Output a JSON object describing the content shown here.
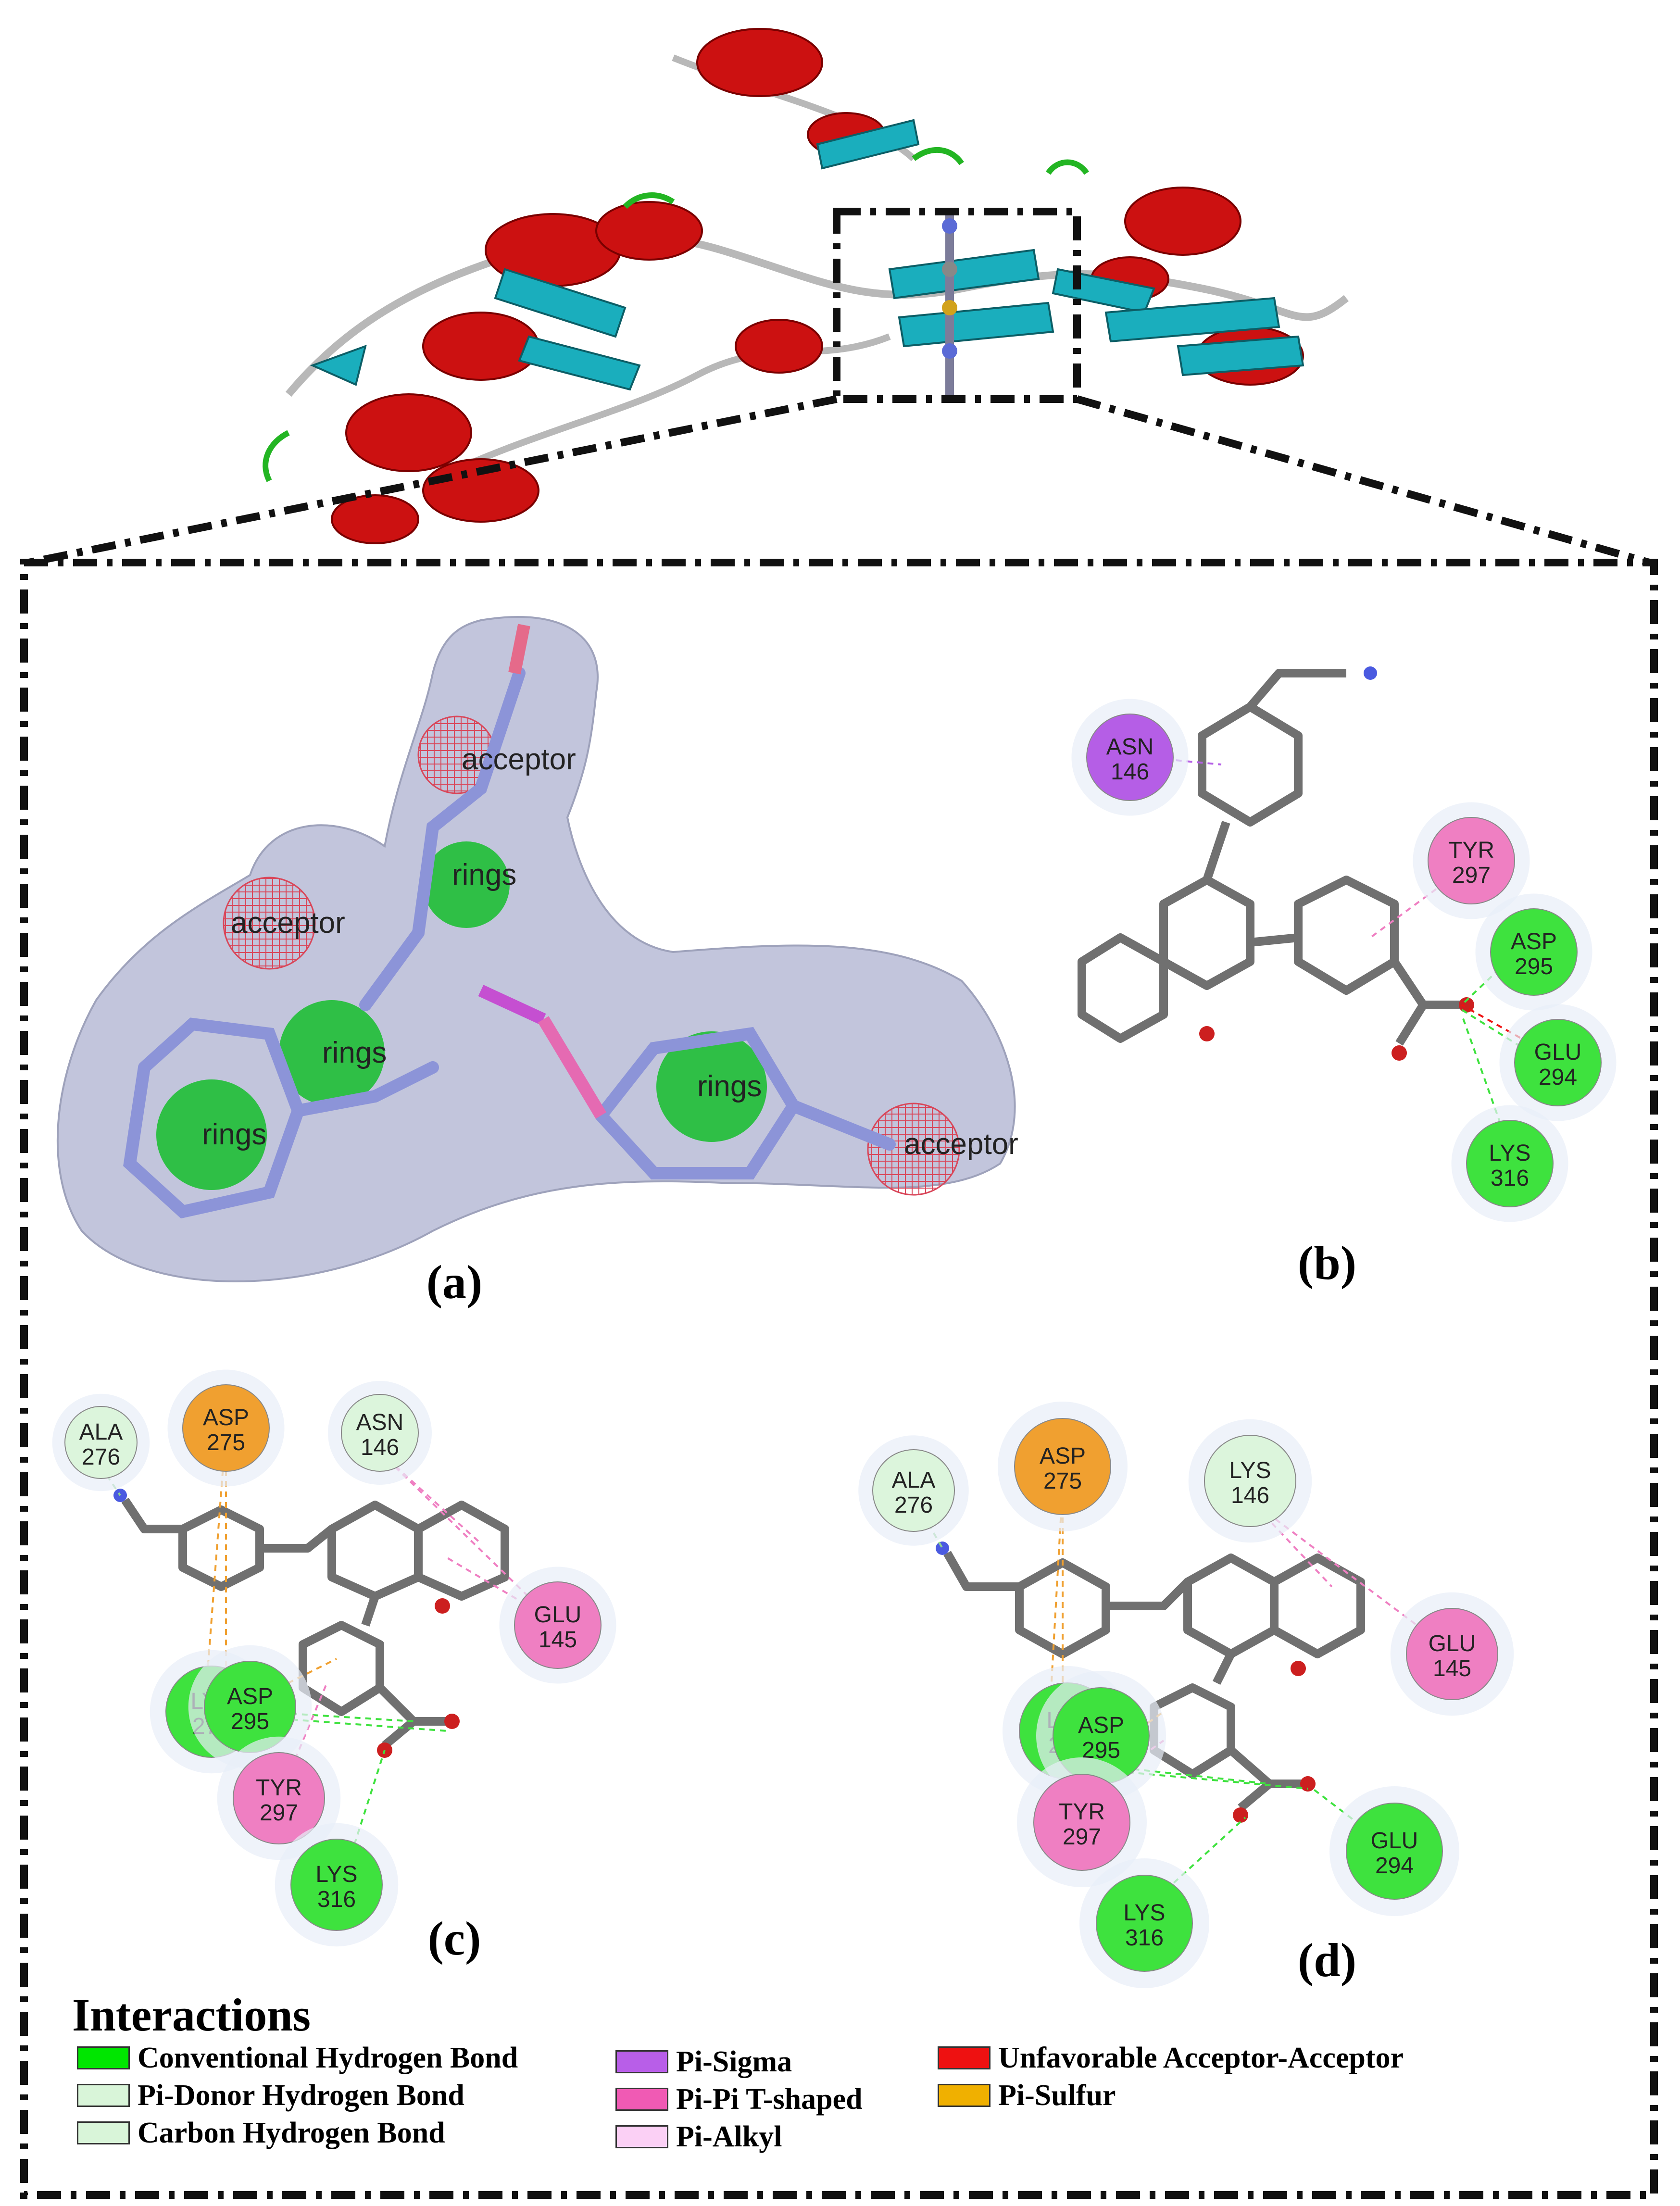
{
  "panels": {
    "a": {
      "label": "(a)",
      "features": [
        "acceptor",
        "rings",
        "acceptor",
        "rings",
        "rings",
        "acceptor",
        "rings"
      ]
    },
    "b": {
      "label": "(b)",
      "residues": [
        {
          "name": "ASN",
          "num": "146",
          "type": "pi-sigma"
        },
        {
          "name": "TYR",
          "num": "297",
          "type": "pi-pi-t"
        },
        {
          "name": "ASP",
          "num": "295",
          "type": "conventional-hbond"
        },
        {
          "name": "GLU",
          "num": "294",
          "type": "conventional-hbond"
        },
        {
          "name": "LYS",
          "num": "316",
          "type": "conventional-hbond"
        }
      ]
    },
    "c": {
      "label": "(c)",
      "residues": [
        {
          "name": "ALA",
          "num": "276",
          "type": "carbon-hbond"
        },
        {
          "name": "ASP",
          "num": "275",
          "type": "pi-sulfur"
        },
        {
          "name": "ASN",
          "num": "146",
          "type": "carbon-hbond"
        },
        {
          "name": "GLU",
          "num": "145",
          "type": "pi-pi-t"
        },
        {
          "name": "LYS",
          "num": "273",
          "type": "conventional-hbond"
        },
        {
          "name": "ASP",
          "num": "295",
          "type": "conventional-hbond"
        },
        {
          "name": "TYR",
          "num": "297",
          "type": "pi-pi-t"
        },
        {
          "name": "LYS",
          "num": "316",
          "type": "conventional-hbond"
        }
      ]
    },
    "d": {
      "label": "(d)",
      "residues": [
        {
          "name": "ALA",
          "num": "276",
          "type": "carbon-hbond"
        },
        {
          "name": "ASP",
          "num": "275",
          "type": "pi-sulfur"
        },
        {
          "name": "LYS",
          "num": "146",
          "type": "carbon-hbond"
        },
        {
          "name": "GLU",
          "num": "145",
          "type": "pi-pi-t"
        },
        {
          "name": "LYS",
          "num": "273",
          "type": "conventional-hbond"
        },
        {
          "name": "ASP",
          "num": "295",
          "type": "conventional-hbond"
        },
        {
          "name": "TYR",
          "num": "297",
          "type": "pi-pi-t"
        },
        {
          "name": "GLU",
          "num": "294",
          "type": "conventional-hbond"
        },
        {
          "name": "LYS",
          "num": "316",
          "type": "conventional-hbond"
        }
      ]
    }
  },
  "legend": {
    "title": "Interactions",
    "items": [
      {
        "label": "Conventional Hydrogen Bond",
        "color": "#00e600"
      },
      {
        "label": "Pi-Donor Hydrogen Bond",
        "color": "#d9f5d9"
      },
      {
        "label": "Carbon Hydrogen Bond",
        "color": "#d9f5d9"
      },
      {
        "label": "Pi-Sigma",
        "color": "#b85ee8"
      },
      {
        "label": "Pi-Pi T-shaped",
        "color": "#f05ab4"
      },
      {
        "label": "Pi-Alkyl",
        "color": "#fbd0f5"
      },
      {
        "label": "Unfavorable Acceptor-Acceptor",
        "color": "#ee1111"
      },
      {
        "label": "Pi-Sulfur",
        "color": "#f0b000"
      }
    ]
  },
  "colors": {
    "conventional-hbond": "#3ee23e",
    "carbon-hbond": "#dcf5dc",
    "pi-sigma": "#b55ee6",
    "pi-pi-t": "#ef7fc2",
    "pi-sulfur": "#f0a030",
    "helix": "#cc1111",
    "sheet": "#1aaebd",
    "turn": "#23b523",
    "coil": "#b8b8b8"
  }
}
